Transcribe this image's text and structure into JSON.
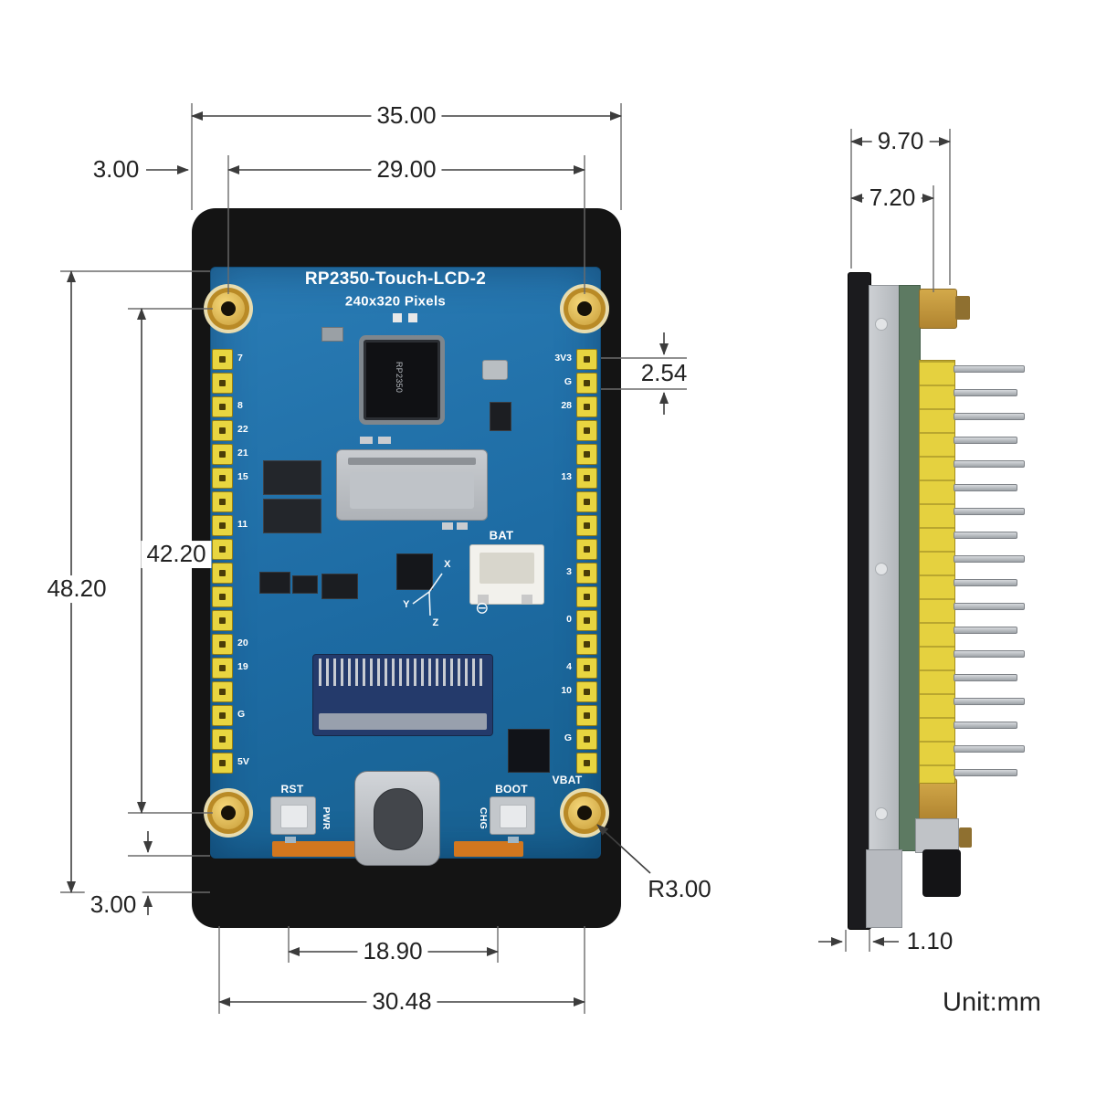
{
  "front": {
    "title": "RP2350-Touch-LCD-2",
    "subtitle": "240x320 Pixels",
    "silkscreen": {
      "bat": "BAT",
      "rst": "RST",
      "boot": "BOOT",
      "pwr": "PWR",
      "chg": "CHG",
      "vbat": "VBAT",
      "v3": "3V3",
      "axis_x": "X",
      "axis_y": "Y",
      "axis_z": "Z",
      "mcu": "RP2350",
      "minus": "⊖"
    },
    "left_pins": [
      "7",
      "",
      "8",
      "22",
      "21",
      "15",
      "",
      "11",
      "",
      "",
      "",
      "",
      "20",
      "19",
      "",
      "G",
      "",
      "5V"
    ],
    "right_pins": [
      "3V3",
      "G",
      "28",
      "",
      "",
      "13",
      "",
      "",
      "",
      "3",
      "",
      "0",
      "",
      "4",
      "10",
      "",
      "G",
      ""
    ]
  },
  "dims": {
    "top_width": "35.00",
    "hole_span_h": "29.00",
    "edge_offset_top": "3.00",
    "pcb_height": "48.20",
    "hole_span_v": "42.20",
    "pin_pitch": "2.54",
    "edge_offset_bottom": "3.00",
    "usb_span": "18.90",
    "bottom_width": "30.48",
    "corner_radius": "R3.00",
    "side_total": "9.70",
    "side_body": "7.20",
    "panel_thickness": "1.10",
    "unit": "Unit:mm"
  }
}
